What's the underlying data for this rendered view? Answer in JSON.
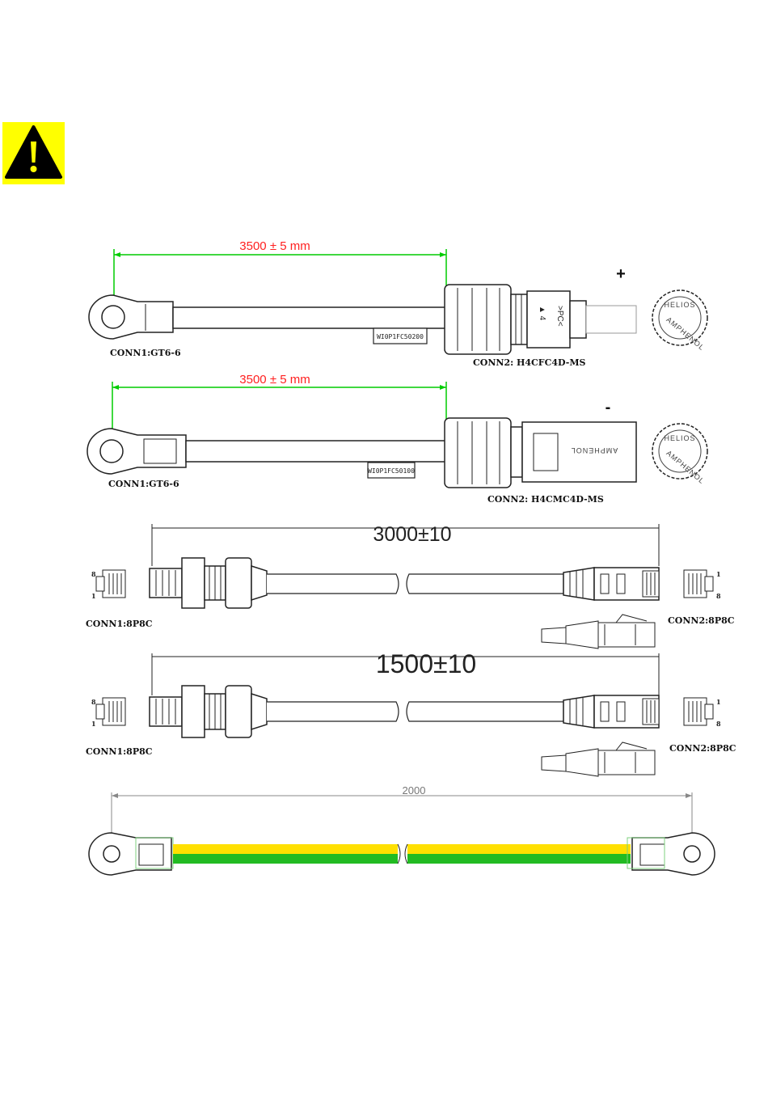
{
  "warning": {
    "icon": "warning-triangle-icon",
    "color": "#ffff00"
  },
  "cable_pos": {
    "dimension": "3500 ± 5 mm",
    "conn1": "CONN1:GT6-6",
    "conn2": "CONN2: H4CFC4D-MS",
    "tag": "WI0P1FC50200",
    "polarity": "+",
    "connector_marks": [
      "▲ 4",
      "+",
      ">PC<"
    ],
    "cap_text": [
      "AMPHENOL",
      "HELIOS"
    ]
  },
  "cable_neg": {
    "dimension": "3500 ± 5 mm",
    "conn1": "CONN1:GT6-6",
    "conn2": "CONN2: H4CMC4D-MS",
    "tag": "WI0P1FC50100",
    "polarity": "-",
    "brand_text": [
      "AMPHENOL",
      "AMPHENOL"
    ],
    "cap_text": [
      "AMPHENOL",
      "HELIOS"
    ]
  },
  "rj45_long": {
    "dimension": "3000±10",
    "conn1": "CONN1:8P8C",
    "conn2": "CONN2:8P8C",
    "left_pins": [
      "8",
      "1"
    ],
    "right_pins": [
      "1",
      "8"
    ]
  },
  "rj45_short": {
    "dimension": "1500±10",
    "conn1": "CONN1:8P8C",
    "conn2": "CONN2:8P8C",
    "left_pins": [
      "8",
      "1"
    ],
    "right_pins": [
      "1",
      "8"
    ]
  },
  "ground_cable": {
    "dimension": "2000",
    "colors": {
      "yellow": "#ffe000",
      "green": "#22bb22"
    }
  },
  "colors": {
    "dimension_line": "#00cc00",
    "dimension_text": "#ff2020"
  }
}
